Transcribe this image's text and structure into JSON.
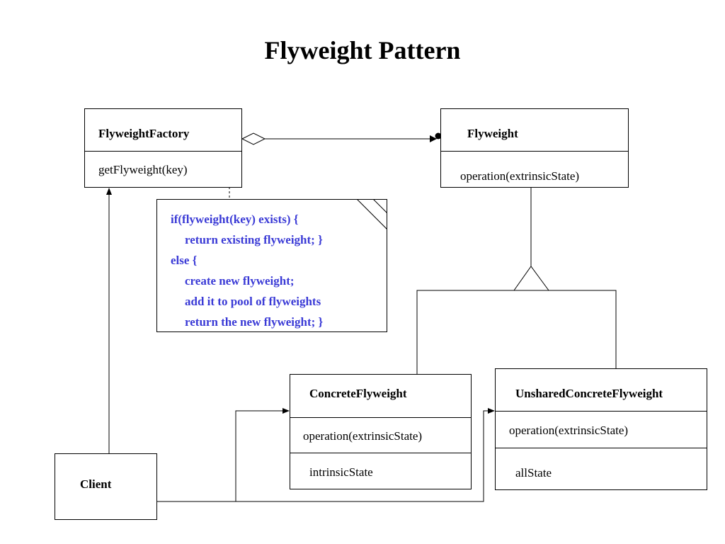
{
  "title": "Flyweight Pattern",
  "colors": {
    "note_text": "#3a3ad6",
    "lines": "#000000"
  },
  "classes": {
    "flyweight_factory": {
      "name": "FlyweightFactory",
      "operations": [
        "getFlyweight(key)"
      ]
    },
    "flyweight": {
      "name": "Flyweight",
      "operations": [
        "operation(extrinsicState)"
      ]
    },
    "concrete_flyweight": {
      "name": "ConcreteFlyweight",
      "operations": [
        "operation(extrinsicState)"
      ],
      "attributes": [
        "intrinsicState"
      ]
    },
    "unshared_concrete_flyweight": {
      "name": "UnsharedConcreteFlyweight",
      "operations": [
        "operation(extrinsicState)"
      ],
      "attributes": [
        "allState"
      ]
    },
    "client": {
      "name": "Client"
    }
  },
  "note": {
    "lines": [
      "if(flyweight(key) exists)  {",
      "return existing flyweight; }",
      "else {",
      "create new flyweight;",
      "add it to pool of flyweights",
      "return the new flyweight; }"
    ]
  },
  "relationships": [
    {
      "from": "FlyweightFactory",
      "to": "Flyweight",
      "type": "aggregation"
    },
    {
      "from": "ConcreteFlyweight",
      "to": "Flyweight",
      "type": "inheritance"
    },
    {
      "from": "UnsharedConcreteFlyweight",
      "to": "Flyweight",
      "type": "inheritance"
    },
    {
      "from": "Client",
      "to": "FlyweightFactory",
      "type": "association"
    },
    {
      "from": "Client",
      "to": "ConcreteFlyweight",
      "type": "association"
    },
    {
      "from": "Client",
      "to": "UnsharedConcreteFlyweight",
      "type": "association"
    }
  ]
}
